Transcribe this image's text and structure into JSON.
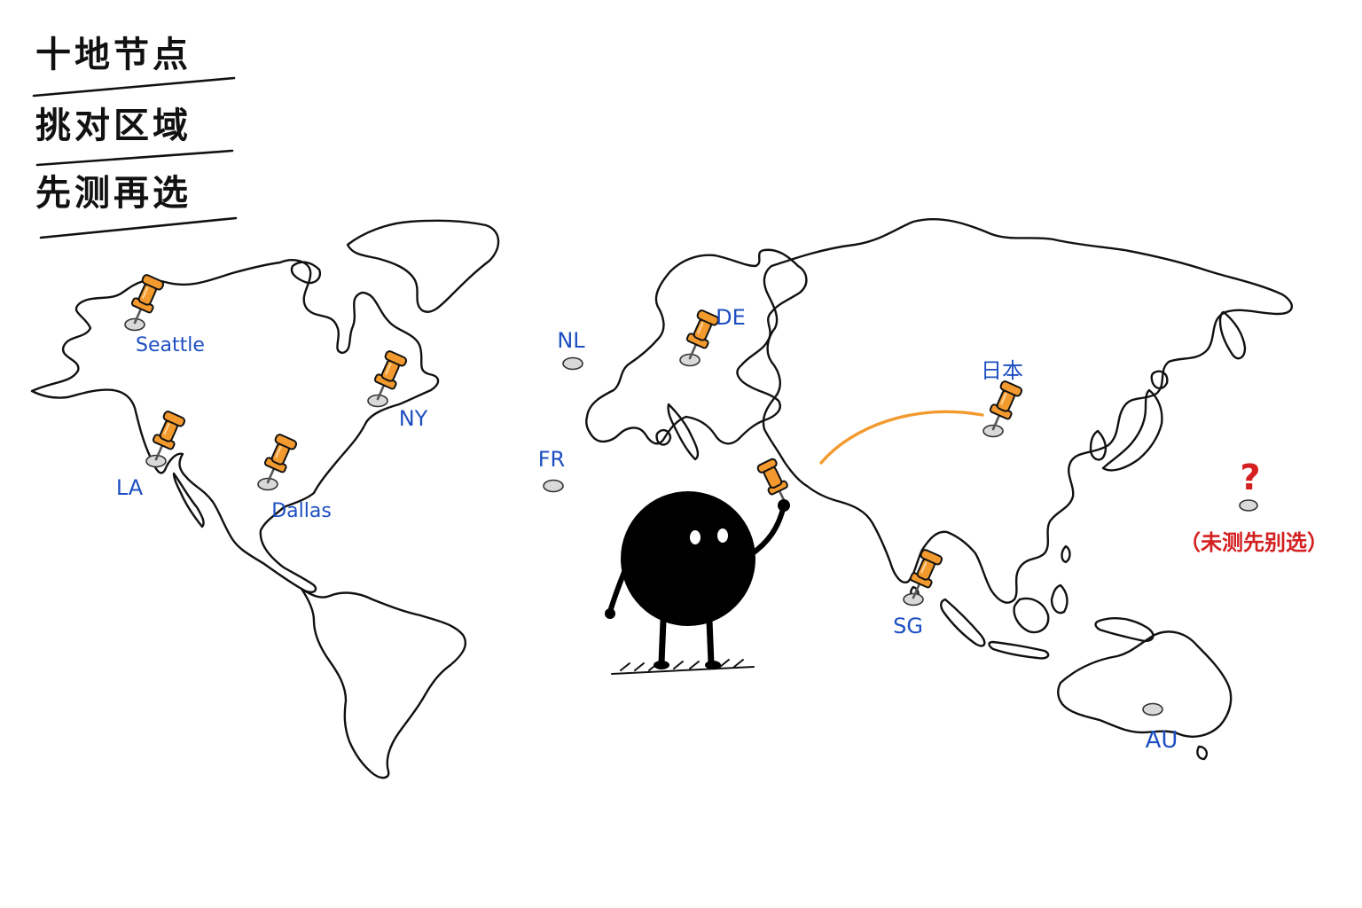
{
  "title": {
    "lines": [
      "十地节点",
      "挑对区域",
      "先测再选"
    ]
  },
  "colors": {
    "pin": "#f39a2e",
    "pin_dark": "#c8661a",
    "label": "#1e4fc2",
    "note": "#d42020",
    "route": "#f39a2e",
    "ink": "#111111",
    "dot": "#d9d9d9"
  },
  "map": {
    "nodes": [
      {
        "id": "seattle",
        "label": "Seattle",
        "pinned": true
      },
      {
        "id": "ny",
        "label": "NY",
        "pinned": true
      },
      {
        "id": "la",
        "label": "LA",
        "pinned": true
      },
      {
        "id": "dallas",
        "label": "Dallas",
        "pinned": true
      },
      {
        "id": "nl",
        "label": "NL",
        "pinned": false
      },
      {
        "id": "fr",
        "label": "FR",
        "pinned": false
      },
      {
        "id": "de",
        "label": "DE",
        "pinned": true
      },
      {
        "id": "japan",
        "label": "日本",
        "pinned": true
      },
      {
        "id": "sg",
        "label": "SG",
        "pinned": true
      },
      {
        "id": "au",
        "label": "AU",
        "pinned": false
      }
    ],
    "unknown": {
      "mark": "?",
      "note": "（未测先别选）"
    },
    "route": {
      "from": "character-pin",
      "to": "japan"
    }
  },
  "character": {
    "name": "black-blob-character",
    "icon": "pushpin-icon"
  }
}
